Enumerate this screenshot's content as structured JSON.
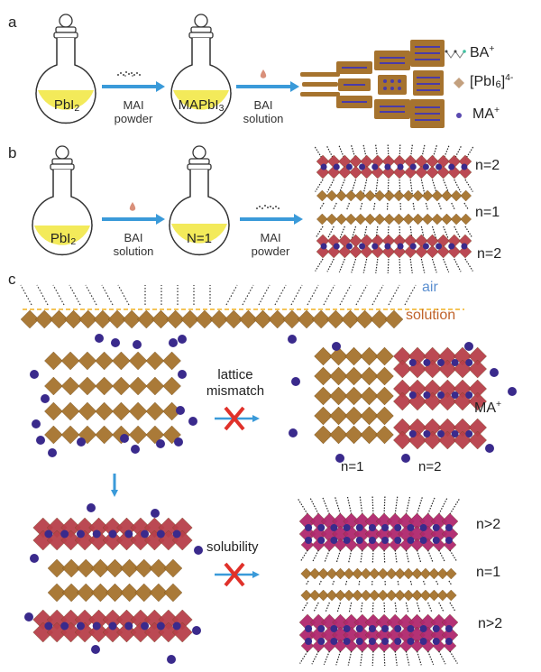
{
  "panels": {
    "a": {
      "label": "a",
      "flask1": {
        "content": "PbI",
        "sub": "2"
      },
      "step1": {
        "line1": "MAI",
        "line2": "powder",
        "icon": "powder-icon"
      },
      "flask2": {
        "content": "MAPbI",
        "sub": "3"
      },
      "step2": {
        "line1": "BAI",
        "line2": "solution",
        "icon": "droplet-icon"
      },
      "legend": [
        {
          "icon": "ba-chain-icon",
          "label": "BA",
          "sup": "+"
        },
        {
          "icon": "octahedron-icon",
          "label": "[PbI",
          "sub": "6",
          "close": "]",
          "sup": "4-"
        },
        {
          "icon": "ma-dot-icon",
          "label": "MA",
          "sup": "+"
        }
      ]
    },
    "b": {
      "label": "b",
      "flask1": {
        "content": "PbI",
        "sub": "2"
      },
      "step1": {
        "line1": "BAI",
        "line2": "solution",
        "icon": "droplet-icon"
      },
      "flask2": {
        "content": "N=1"
      },
      "step2": {
        "line1": "MAI",
        "line2": "powder",
        "icon": "powder-icon"
      },
      "layers": [
        "n=2",
        "n=1",
        "n=2"
      ]
    },
    "c": {
      "label": "c",
      "interface": {
        "top": "air",
        "bottom": "solution"
      },
      "blocked1": {
        "line1": "lattice",
        "line2": "mismatch"
      },
      "right_top_labels": {
        "left": "n=1",
        "right": "n=2",
        "ion": "MA",
        "ion_sup": "+"
      },
      "blocked2": {
        "label": "solubility"
      },
      "layers": [
        "n>2",
        "n=1",
        "n>2"
      ]
    }
  },
  "colors": {
    "arrow": "#3a9ad9",
    "flask_liquid": "#f3ea5a",
    "octahedron_n1": "#a6732e",
    "octahedron_n2": "#b8404a",
    "octahedron_n3": "#b0286e",
    "ma_ion": "#3a2a8c",
    "cross": "#e0312a",
    "interface_line": "#f0b020",
    "air_text": "#5b8fd0",
    "solution_text": "#c0622a"
  }
}
